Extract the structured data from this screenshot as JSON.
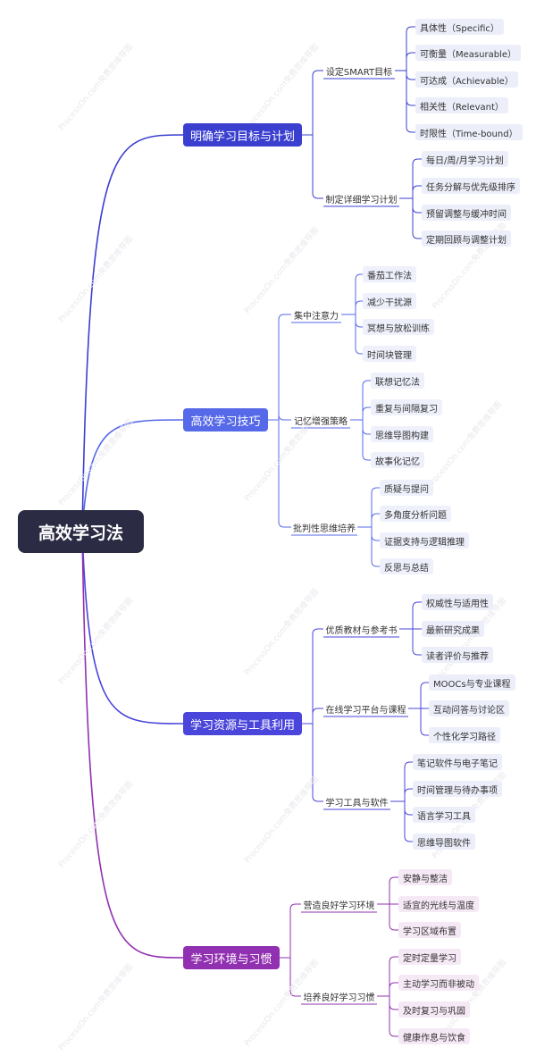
{
  "watermark": "ProcessOn.com免费思维导图",
  "colors": {
    "root_bg": "#2b2b44",
    "branches": [
      "#3b3fd0",
      "#5669e8",
      "#4a45db",
      "#9130b0"
    ],
    "leaf_bg": [
      "#eceef9",
      "#eef0fb",
      "#eceefa",
      "#f6e9f6"
    ]
  },
  "root": {
    "label": "高效学习法"
  },
  "branches": [
    {
      "label": "明确学习目标与计划",
      "children": [
        {
          "label": "设定SMART目标",
          "leaves": [
            "具体性（Specific）",
            "可衡量（Measurable）",
            "可达成（Achievable）",
            "相关性（Relevant）",
            "时限性（Time-bound）"
          ]
        },
        {
          "label": "制定详细学习计划",
          "leaves": [
            "每日/周/月学习计划",
            "任务分解与优先级排序",
            "预留调整与缓冲时间",
            "定期回顾与调整计划"
          ]
        }
      ]
    },
    {
      "label": "高效学习技巧",
      "children": [
        {
          "label": "集中注意力",
          "leaves": [
            "番茄工作法",
            "减少干扰源",
            "冥想与放松训练",
            "时间块管理"
          ]
        },
        {
          "label": "记忆增强策略",
          "leaves": [
            "联想记忆法",
            "重复与间隔复习",
            "思维导图构建",
            "故事化记忆"
          ]
        },
        {
          "label": "批判性思维培养",
          "leaves": [
            "质疑与提问",
            "多角度分析问题",
            "证据支持与逻辑推理",
            "反思与总结"
          ]
        }
      ]
    },
    {
      "label": "学习资源与工具利用",
      "children": [
        {
          "label": "优质教材与参考书",
          "leaves": [
            "权威性与适用性",
            "最新研究成果",
            "读者评价与推荐"
          ]
        },
        {
          "label": "在线学习平台与课程",
          "leaves": [
            "MOOCs与专业课程",
            "互动问答与讨论区",
            "个性化学习路径"
          ]
        },
        {
          "label": "学习工具与软件",
          "leaves": [
            "笔记软件与电子笔记",
            "时间管理与待办事项",
            "语言学习工具",
            "思维导图软件"
          ]
        }
      ]
    },
    {
      "label": "学习环境与习惯",
      "children": [
        {
          "label": "营造良好学习环境",
          "leaves": [
            "安静与整洁",
            "适宜的光线与温度",
            "学习区域布置"
          ]
        },
        {
          "label": "培养良好学习习惯",
          "leaves": [
            "定时定量学习",
            "主动学习而非被动",
            "及时复习与巩固",
            "健康作息与饮食"
          ]
        }
      ]
    }
  ]
}
